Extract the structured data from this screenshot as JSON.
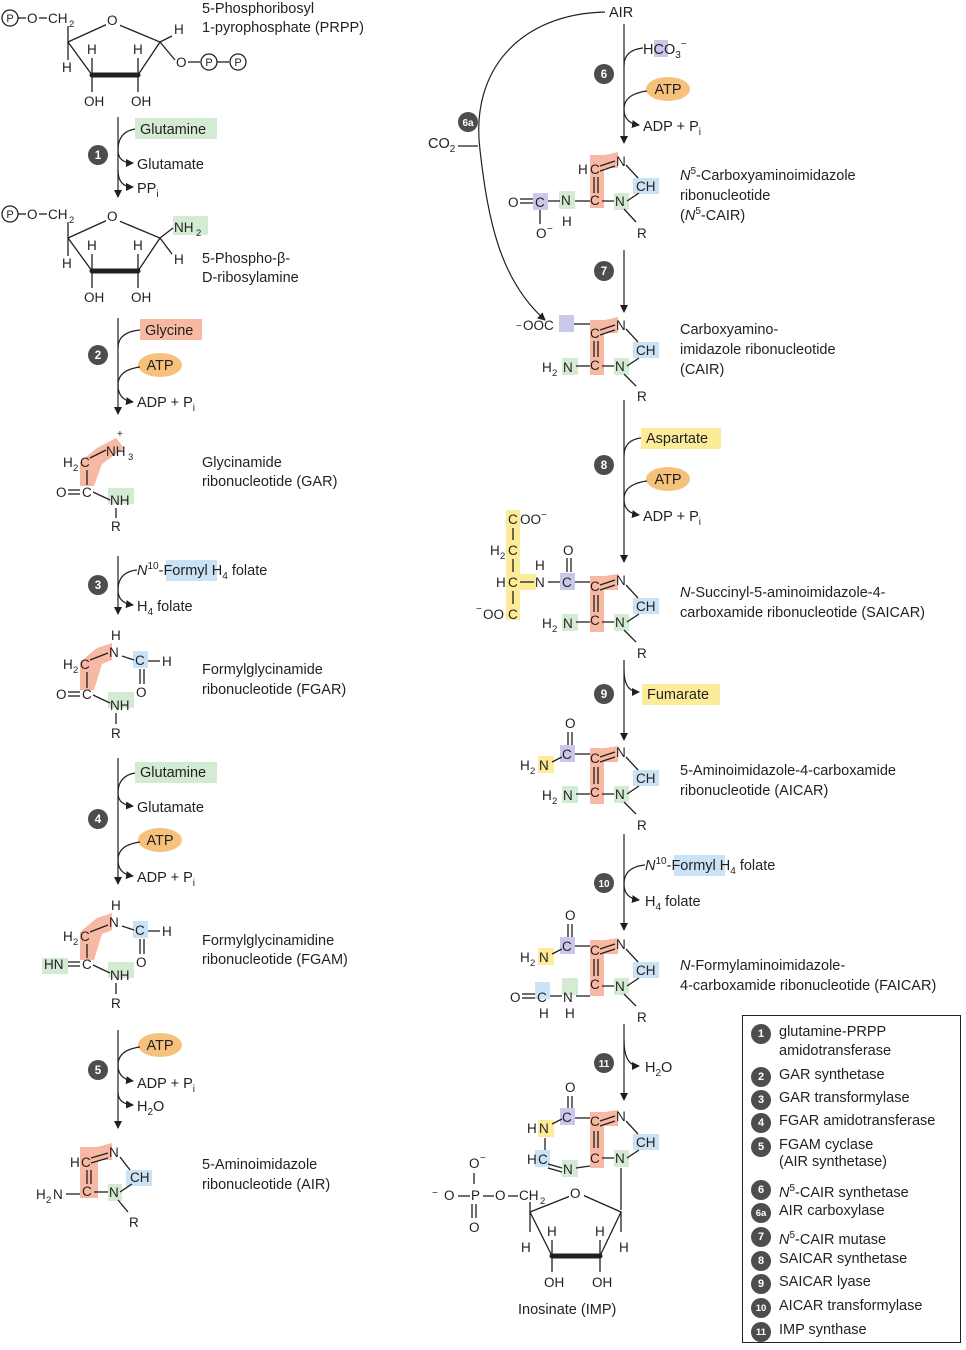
{
  "colors": {
    "green_highlight": "#d4ebd3",
    "orange_highlight": "#f7b9a3",
    "blue_highlight": "#c9e2f5",
    "yellow_highlight": "#fcec9a",
    "atp_oval": "#f6c27b",
    "step_circle": "#4d4d4f",
    "lavender_carbon": "#c9c8ea"
  },
  "compounds": {
    "prpp": [
      "5-Phosphoribosyl",
      "1-pyrophosphate (PRPP)"
    ],
    "pra": [
      "5-Phospho-β-",
      "D-ribosylamine"
    ],
    "gar": [
      "Glycinamide",
      "ribonucleotide (GAR)"
    ],
    "fgar": [
      "Formylglycinamide",
      "ribonucleotide (FGAR)"
    ],
    "fgam": [
      "Formylglycinamidine",
      "ribonucleotide (FGAM)"
    ],
    "air": [
      "5-Aminoimidazole",
      "ribonucleotide (AIR)"
    ],
    "ncair": [
      "N5-Carboxyaminoimidazole",
      "ribonucleotide",
      "(N5-CAIR)"
    ],
    "cair": [
      "Carboxyamino-",
      "imidazole ribonucleotide",
      "(CAIR)"
    ],
    "saicar": [
      "N-Succinyl-5-aminoimidazole-4-",
      "carboxamide ribonucleotide (SAICAR)"
    ],
    "aicar": [
      "5-Aminoimidazole-4-carboxamide",
      "ribonucleotide (AICAR)"
    ],
    "faicar": [
      "N-Formylaminoimidazole-",
      "4-carboxamide ribonucleotide (FAICAR)"
    ],
    "imp": "Inosinate (IMP)",
    "air_top": "AIR"
  },
  "reagents": {
    "glutamine": "Glutamine",
    "glutamate": "Glutamate",
    "ppi": "PPi",
    "glycine": "Glycine",
    "atp": "ATP",
    "adp_pi": "ADP + Pi",
    "n10_formyl": "N10-Formyl H4 folate",
    "formyl": "Formyl",
    "h4_folate": "H4 folate",
    "h2o": "H2O",
    "hco3": "HCO3−",
    "co2": "CO2",
    "aspartate": "Aspartate",
    "fumarate": "Fumarate"
  },
  "steps": [
    "1",
    "2",
    "3",
    "4",
    "5",
    "6",
    "6a",
    "7",
    "8",
    "9",
    "10",
    "11"
  ],
  "legend": [
    {
      "num": "1",
      "lines": [
        "glutamine-PRPP",
        "amidotransferase"
      ]
    },
    {
      "num": "2",
      "lines": [
        "GAR synthetase"
      ]
    },
    {
      "num": "3",
      "lines": [
        "GAR transformylase"
      ]
    },
    {
      "num": "4",
      "lines": [
        "FGAR amidotransferase"
      ]
    },
    {
      "num": "5",
      "lines": [
        "FGAM cyclase",
        "(AIR synthetase)"
      ]
    },
    {
      "num": "6",
      "lines": [
        "N5-CAIR synthetase"
      ]
    },
    {
      "num": "6a",
      "lines": [
        "AIR carboxylase"
      ]
    },
    {
      "num": "7",
      "lines": [
        "N5-CAIR mutase"
      ]
    },
    {
      "num": "8",
      "lines": [
        "SAICAR synthetase"
      ]
    },
    {
      "num": "9",
      "lines": [
        "SAICAR lyase"
      ]
    },
    {
      "num": "10",
      "lines": [
        "AICAR transformylase"
      ]
    },
    {
      "num": "11",
      "lines": [
        "IMP synthase"
      ]
    }
  ]
}
